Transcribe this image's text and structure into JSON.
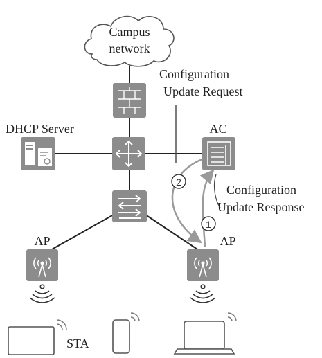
{
  "cloud": {
    "line1": "Campus",
    "line2": "network"
  },
  "labels": {
    "dhcp_server": "DHCP Server",
    "ac": "AC",
    "ap_left": "AP",
    "ap_right": "AP",
    "sta": "STA"
  },
  "messages": {
    "request_line1": "Configuration",
    "request_line2": "Update Request",
    "response_line1": "Configuration",
    "response_line2": "Update Response",
    "step1": "①",
    "step2": "②"
  },
  "colors": {
    "device_fill": "#8c8c8c",
    "link_line": "#222222",
    "arrow_gray": "#9a9a9a",
    "text": "#222222"
  },
  "icons": {
    "cloud": "cloud-icon",
    "firewall": "firewall-icon",
    "router": "router-icon",
    "switch": "switch-icon",
    "server": "server-icon",
    "ac": "access-controller-icon",
    "ap": "access-point-icon",
    "wifi": "wifi-signal-icon",
    "tablet": "tablet-icon",
    "phone": "phone-icon",
    "laptop": "laptop-icon"
  }
}
